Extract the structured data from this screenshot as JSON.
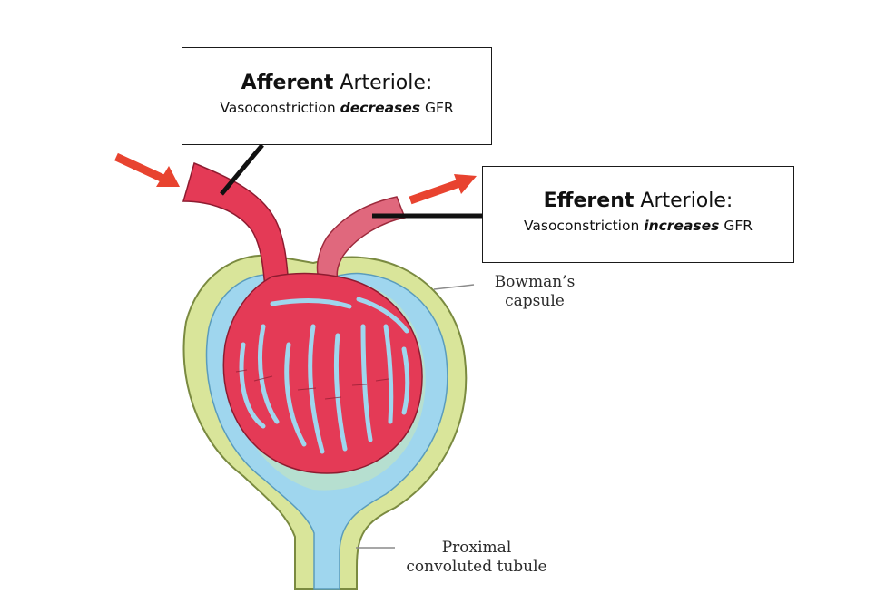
{
  "afferent": {
    "title_bold": "Afferent",
    "title_rest": "Arteriole:",
    "desc_start": "Vasoconstriction",
    "desc_emph": "decreases",
    "desc_end": "GFR"
  },
  "efferent": {
    "title_bold": "Efferent",
    "title_rest": "Arteriole:",
    "desc_start": "Vasoconstriction",
    "desc_emph": "increases",
    "desc_end": "GFR"
  },
  "labels": {
    "bowman_line1": "Bowman’s",
    "bowman_line2": "capsule",
    "pct_line1": "Proximal",
    "pct_line2": "convoluted tubule"
  },
  "colors": {
    "capsule_outer": "#d9e59a",
    "capsule_inner": "#9fd6ee",
    "afferent_vessel": "#e43a56",
    "efferent_vessel": "#e0687d",
    "arrow": "#e8432f",
    "leader": "#111111",
    "thin_leader": "#8a8a8a"
  }
}
